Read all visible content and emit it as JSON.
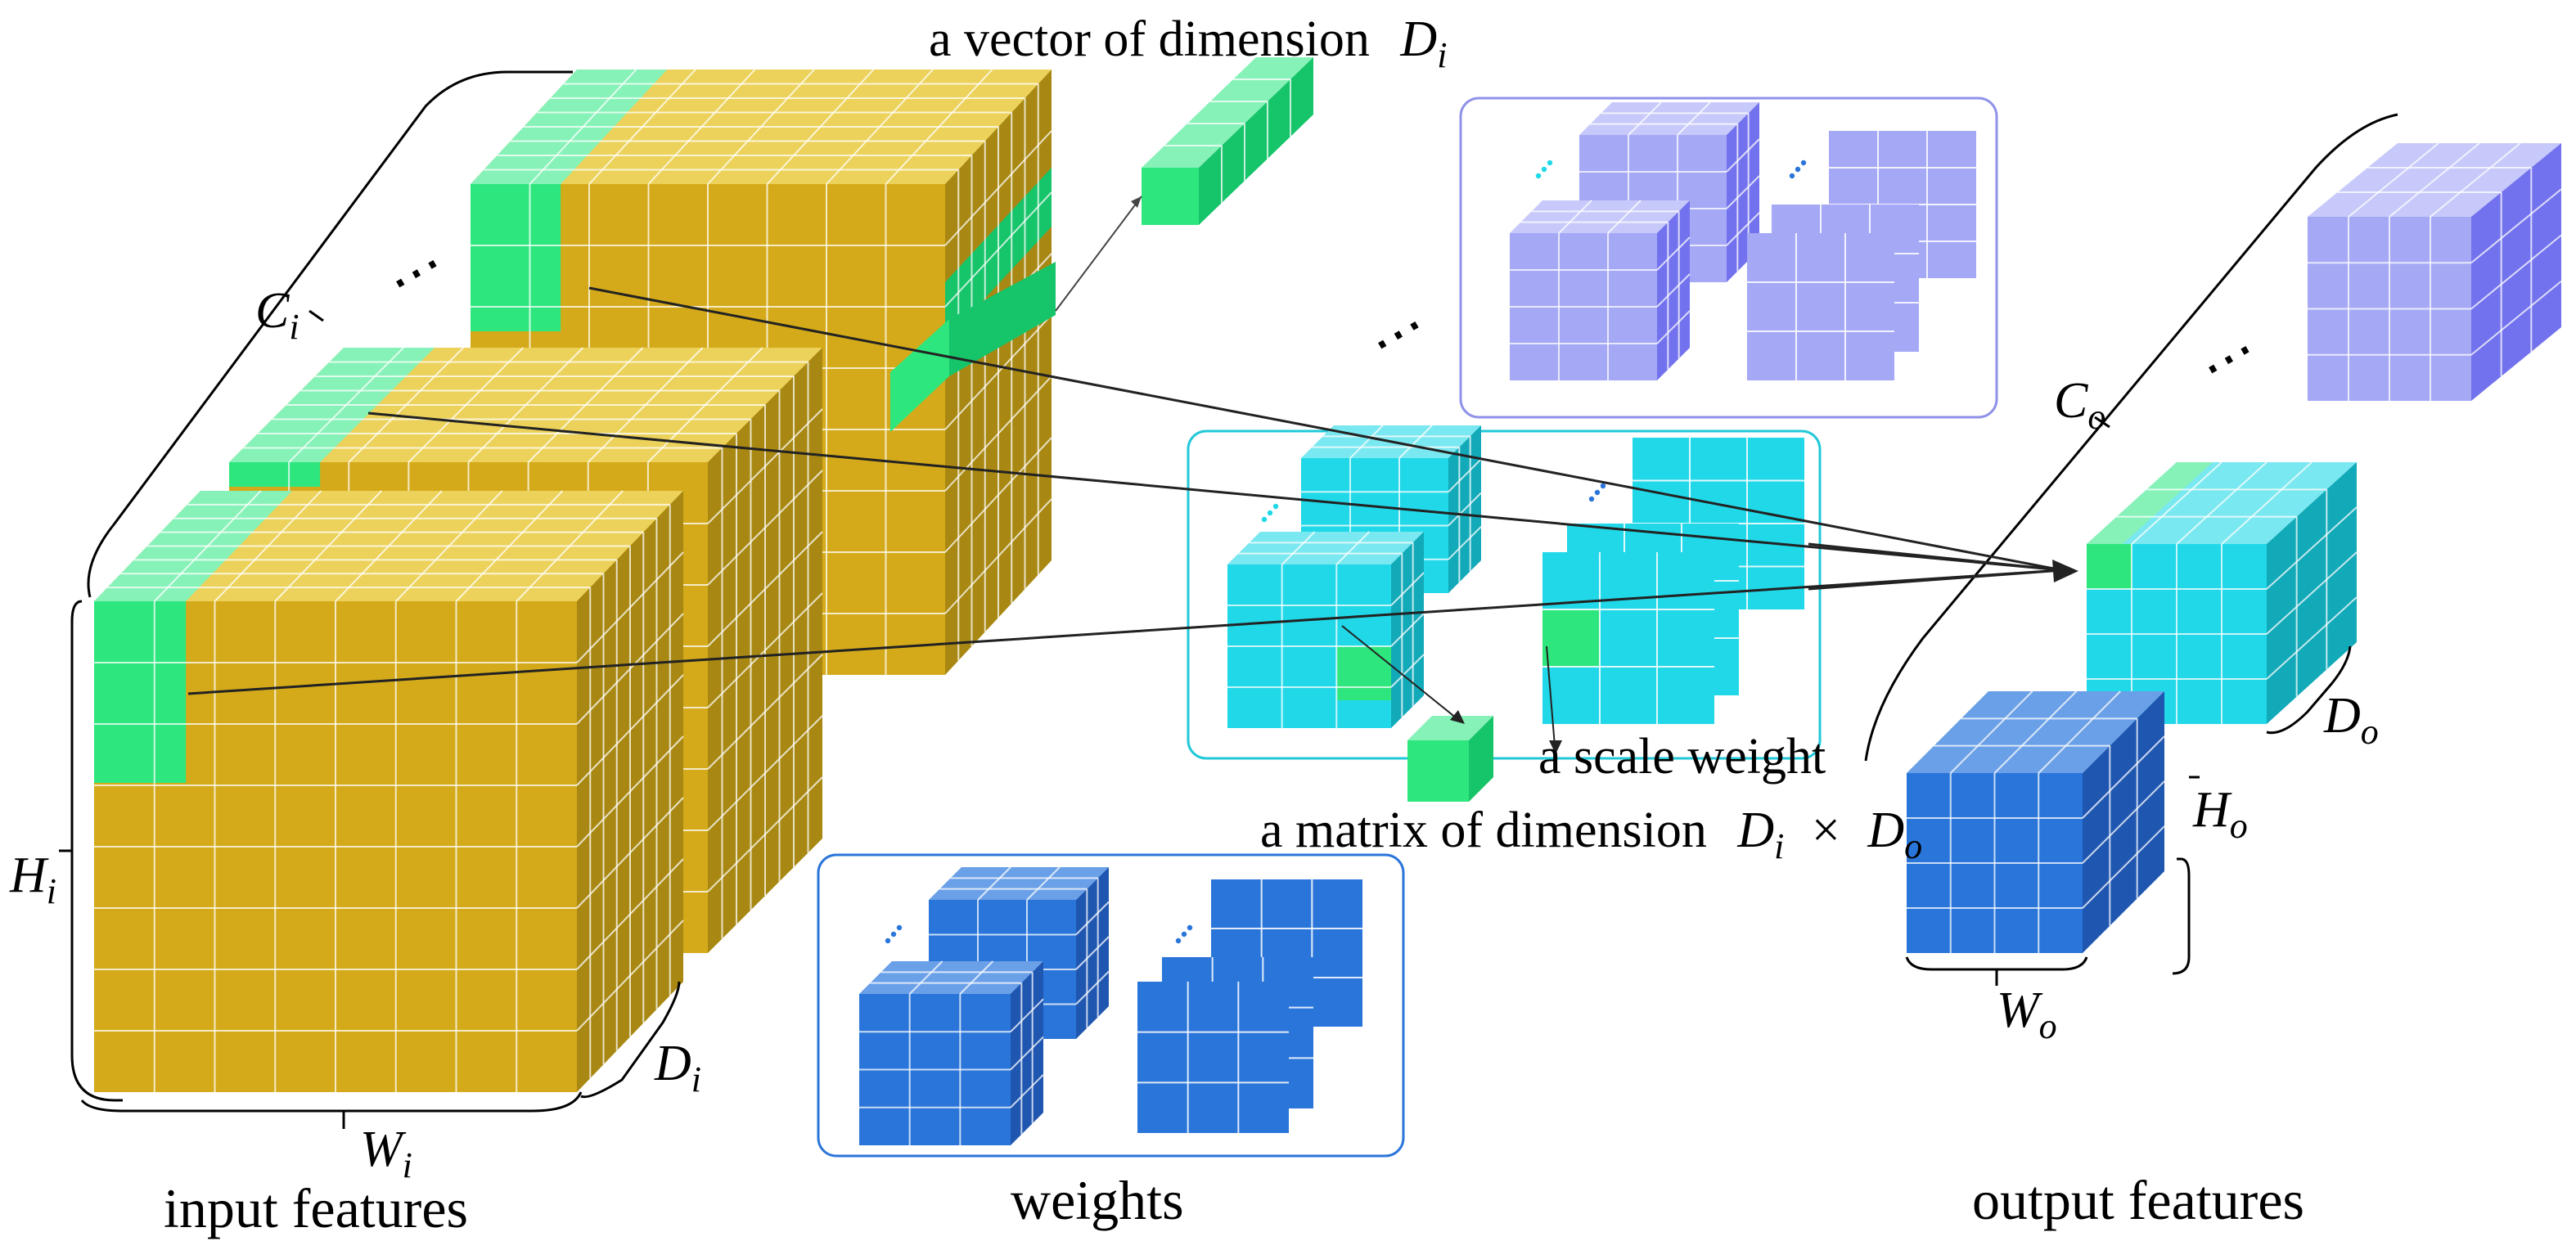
{
  "labels": {
    "input_features": "input features",
    "weights": "weights",
    "output_features": "output features",
    "vector_of_dimension": "a vector of dimension",
    "matrix_of_dimension": "a matrix of dimension",
    "scale_weight": "a scale weight",
    "times": "×",
    "ellipsis": "⋯",
    "ellipsis_vertical": "⋮"
  },
  "symbols": {
    "C": "C",
    "H": "H",
    "W": "W",
    "D": "D",
    "sub_i": "i",
    "sub_o": "o"
  },
  "colors": {
    "input_yellow": "#d4aa1a",
    "input_yellow_top": "#ecd25a",
    "input_yellow_side": "#a88812",
    "input_green": "#2ee67e",
    "input_green_top": "#86f2b8",
    "input_green_side": "#16c46a",
    "matrix_cyan": "#21d8e8",
    "matrix_cyan_top": "#7ae8f0",
    "matrix_cyan_side": "#12a9b8",
    "output_purple": "#a5a8f5",
    "output_purple_top": "#c7c9fa",
    "output_purple_side": "#7272ee",
    "weight_blue": "#2a75d9",
    "weight_blue_top": "#6aa0e8",
    "weight_blue_side": "#1f56b0",
    "box_blue_stroke": "#2a75d9",
    "box_cyan_stroke": "#21c8d8",
    "box_purple_stroke": "#8f92e8"
  }
}
